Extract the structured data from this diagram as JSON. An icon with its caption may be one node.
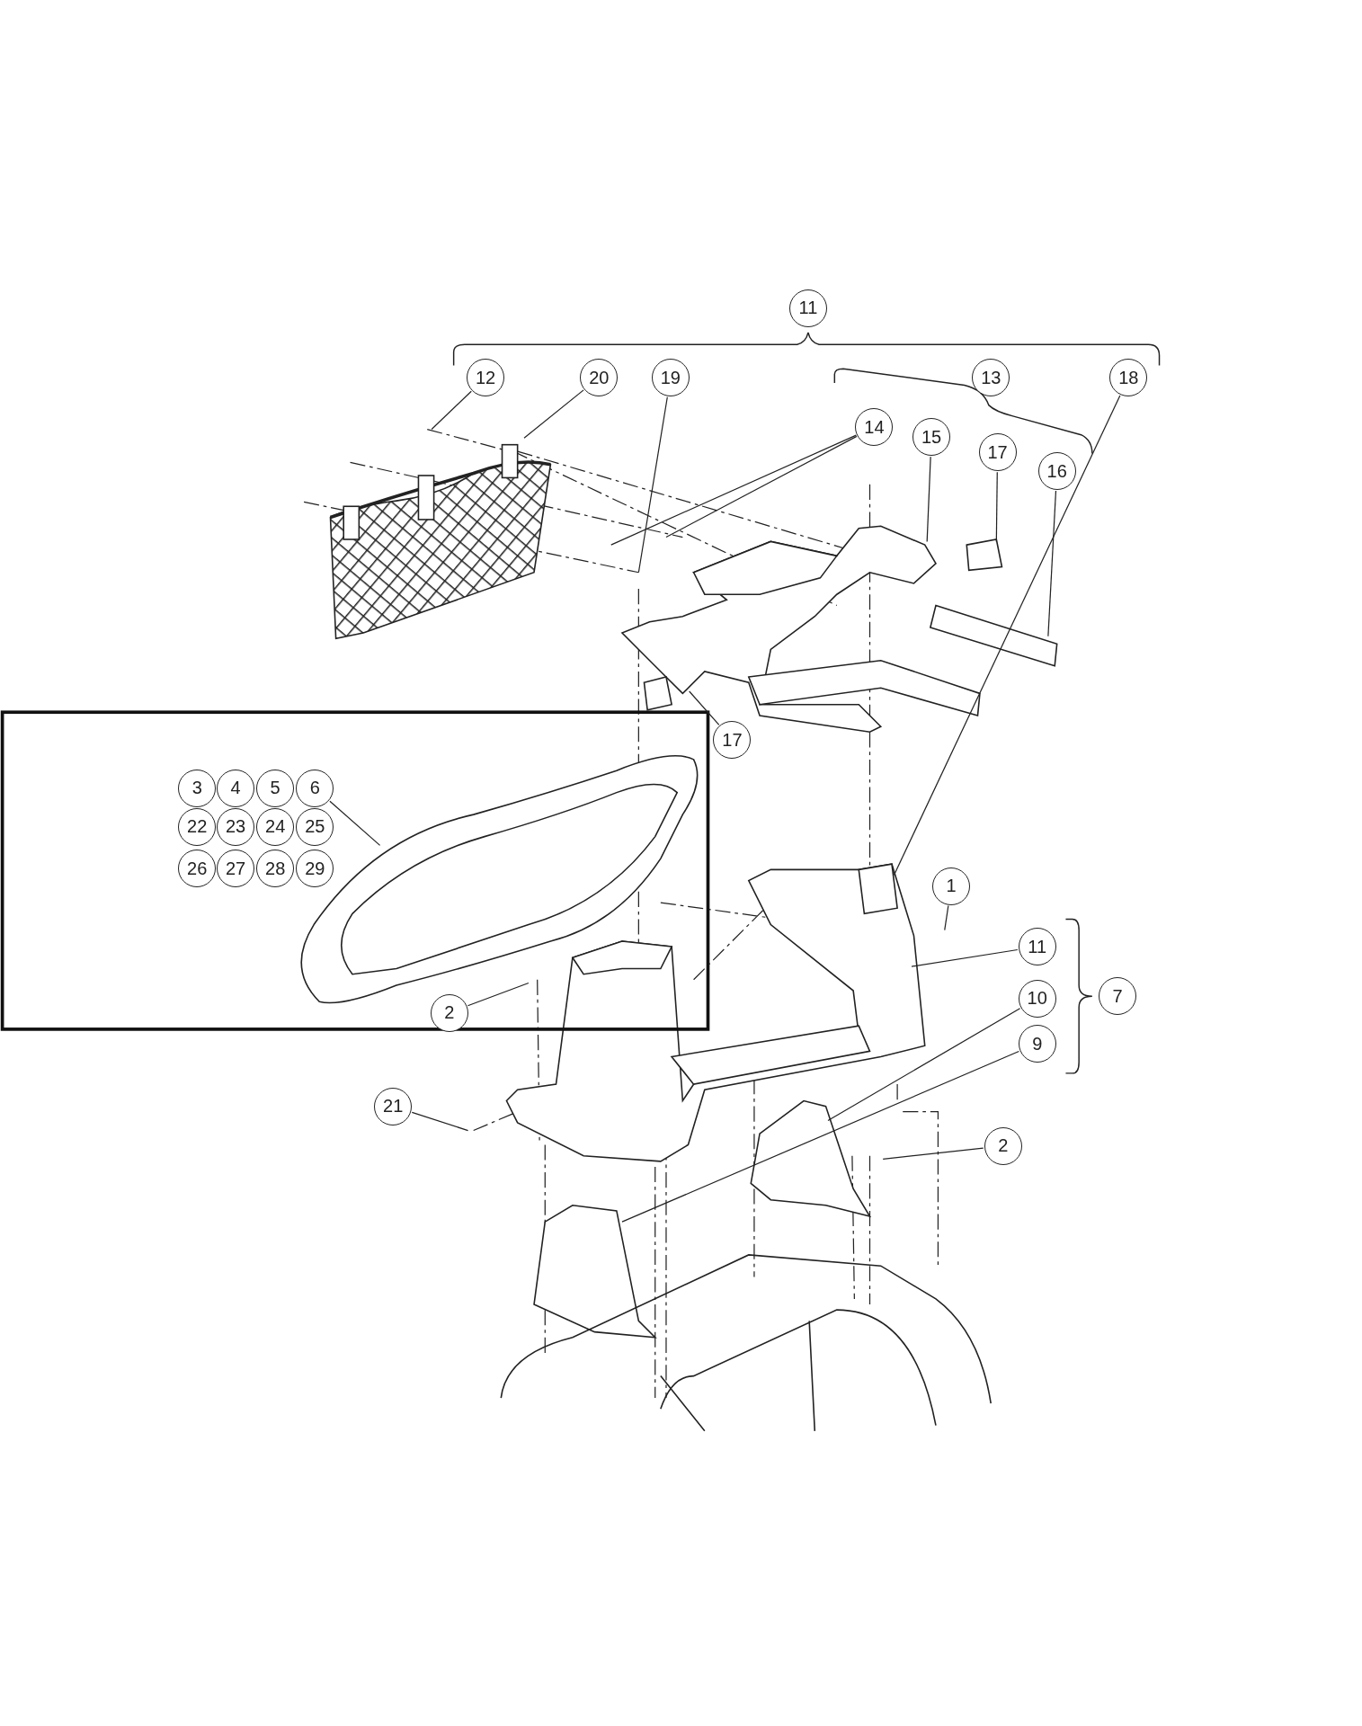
{
  "diagram": {
    "nodes": [
      {
        "text": [
          "11"
        ]
      },
      {
        "text": [
          "12"
        ]
      },
      {
        "text": [
          "20"
        ]
      },
      {
        "text": [
          "19"
        ]
      },
      {
        "text": [
          "13"
        ]
      },
      {
        "text": [
          "18"
        ]
      },
      {
        "text": [
          "14"
        ]
      },
      {
        "text": [
          "15"
        ]
      },
      {
        "text": [
          "17"
        ]
      },
      {
        "text": [
          "16"
        ]
      },
      {
        "text": [
          "17"
        ]
      },
      {
        "text": [
          "3"
        ]
      },
      {
        "text": [
          "4"
        ]
      },
      {
        "text": [
          "5"
        ]
      },
      {
        "text": [
          "6"
        ]
      },
      {
        "text": [
          "22"
        ]
      },
      {
        "text": [
          "23"
        ]
      },
      {
        "text": [
          "24"
        ]
      },
      {
        "text": [
          "25"
        ]
      },
      {
        "text": [
          "26"
        ]
      },
      {
        "text": [
          "27"
        ]
      },
      {
        "text": [
          "28"
        ]
      },
      {
        "text": [
          "29"
        ]
      },
      {
        "text": [
          "1"
        ]
      },
      {
        "text": [
          "11"
        ]
      },
      {
        "text": [
          "10"
        ]
      },
      {
        "text": [
          "7"
        ]
      },
      {
        "text": [
          "9"
        ]
      },
      {
        "text": [
          "2"
        ]
      },
      {
        "text": [
          "21"
        ]
      },
      {
        "text": [
          "2"
        ]
      }
    ],
    "edges": [
      {
        "from": 1,
        "to": null,
        "arrow": "none"
      },
      {
        "from": 2,
        "to": null,
        "arrow": "none"
      },
      {
        "from": 3,
        "to": null,
        "arrow": "none"
      },
      {
        "from": 5,
        "to": null,
        "arrow": "none"
      },
      {
        "from": 6,
        "to": null,
        "arrow": "none"
      },
      {
        "from": 6,
        "to": null,
        "arrow": "none"
      },
      {
        "from": 7,
        "to": null,
        "arrow": "none"
      },
      {
        "from": 8,
        "to": null,
        "arrow": "none"
      },
      {
        "from": 9,
        "to": null,
        "arrow": "none"
      },
      {
        "from": 10,
        "to": null,
        "arrow": "none"
      },
      {
        "from": 14,
        "to": null,
        "arrow": "none"
      },
      {
        "from": 23,
        "to": null,
        "arrow": "none"
      },
      {
        "from": 24,
        "to": null,
        "arrow": "none"
      },
      {
        "from": 25,
        "to": null,
        "arrow": "none"
      },
      {
        "from": 27,
        "to": null,
        "arrow": "none"
      },
      {
        "from": 28,
        "to": null,
        "arrow": "none"
      },
      {
        "from": 29,
        "to": null,
        "arrow": "none"
      },
      {
        "from": 30,
        "to": null,
        "arrow": "none"
      }
    ]
  }
}
